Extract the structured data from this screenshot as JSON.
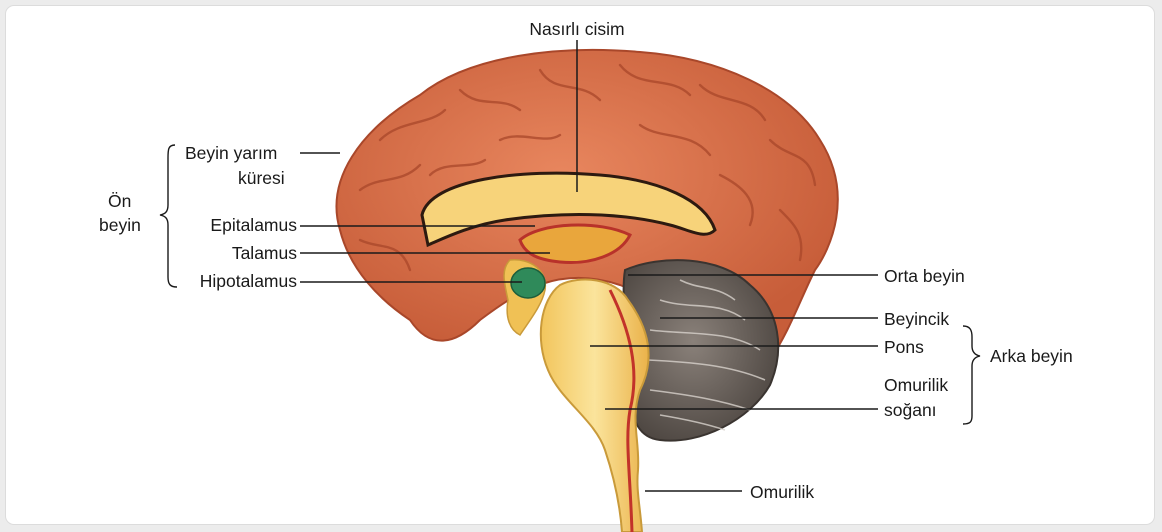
{
  "labels": {
    "nasirli_cisim": "Nasırlı cisim",
    "beyin_yarim_kuresi_1": "Beyin yarım",
    "beyin_yarim_kuresi_2": "küresi",
    "on_beyin_1": "Ön",
    "on_beyin_2": "beyin",
    "epitalamus": "Epitalamus",
    "talamus": "Talamus",
    "hipotalamus": "Hipotalamus",
    "orta_beyin": "Orta beyin",
    "beyincik": "Beyincik",
    "pons": "Pons",
    "arka_beyin": "Arka beyin",
    "omurilik_sogani_1": "Omurilik",
    "omurilik_sogani_2": "soğanı",
    "omurilik": "Omurilik"
  },
  "colors": {
    "cortex": "#d9704a",
    "cortex_dark": "#b8502e",
    "callosum": "#f7d37a",
    "brainstem": "#f5cf6e",
    "cerebellum": "#6e6660",
    "hypothalamus": "#2f8a5a",
    "red_structure": "#c2322a"
  }
}
